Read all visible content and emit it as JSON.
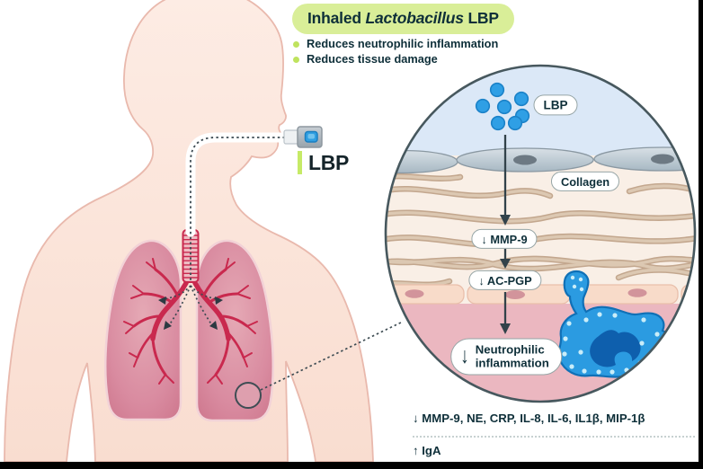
{
  "banner": {
    "prefix": "Inhaled ",
    "italic": "Lactobacillus",
    "suffix": " LBP"
  },
  "bullets": [
    {
      "label": "Reduces neutrophilic inflammation"
    },
    {
      "label": "Reduces tissue damage"
    }
  ],
  "device_label": "LBP",
  "pills": {
    "lbp": "LBP",
    "collagen": "Collagen",
    "mmp9": "↓ MMP-9",
    "acpgp": "↓ AC-PGP",
    "neutro_arrow": "↓",
    "neutro_line1": "Neutrophilic",
    "neutro_line2": "inflammation"
  },
  "footnotes": {
    "decrease_line": "↓ MMP-9, NE, CRP, IL-8, IL-6, IL1β, MIP-1β",
    "increase_line": "↑ IgA"
  },
  "colors": {
    "banner_bg": "#d9ee98",
    "bullet_dot": "#bfe35e",
    "accent_green": "#c6ea67",
    "text_dark": "#0e2f39",
    "bacteria_blue": "#2f9fe5",
    "neutrophil_blue": "#2b9be1",
    "lung_pink": "#d5798f",
    "bronchi_crimson": "#c9294e",
    "airway_blue": "#dbe8f7",
    "collagen_cream": "#f9efe6",
    "tissue_pink": "#ebb7c0",
    "fiber_tan": "#d9c3ad",
    "body_peach": "#fbe3d7"
  }
}
